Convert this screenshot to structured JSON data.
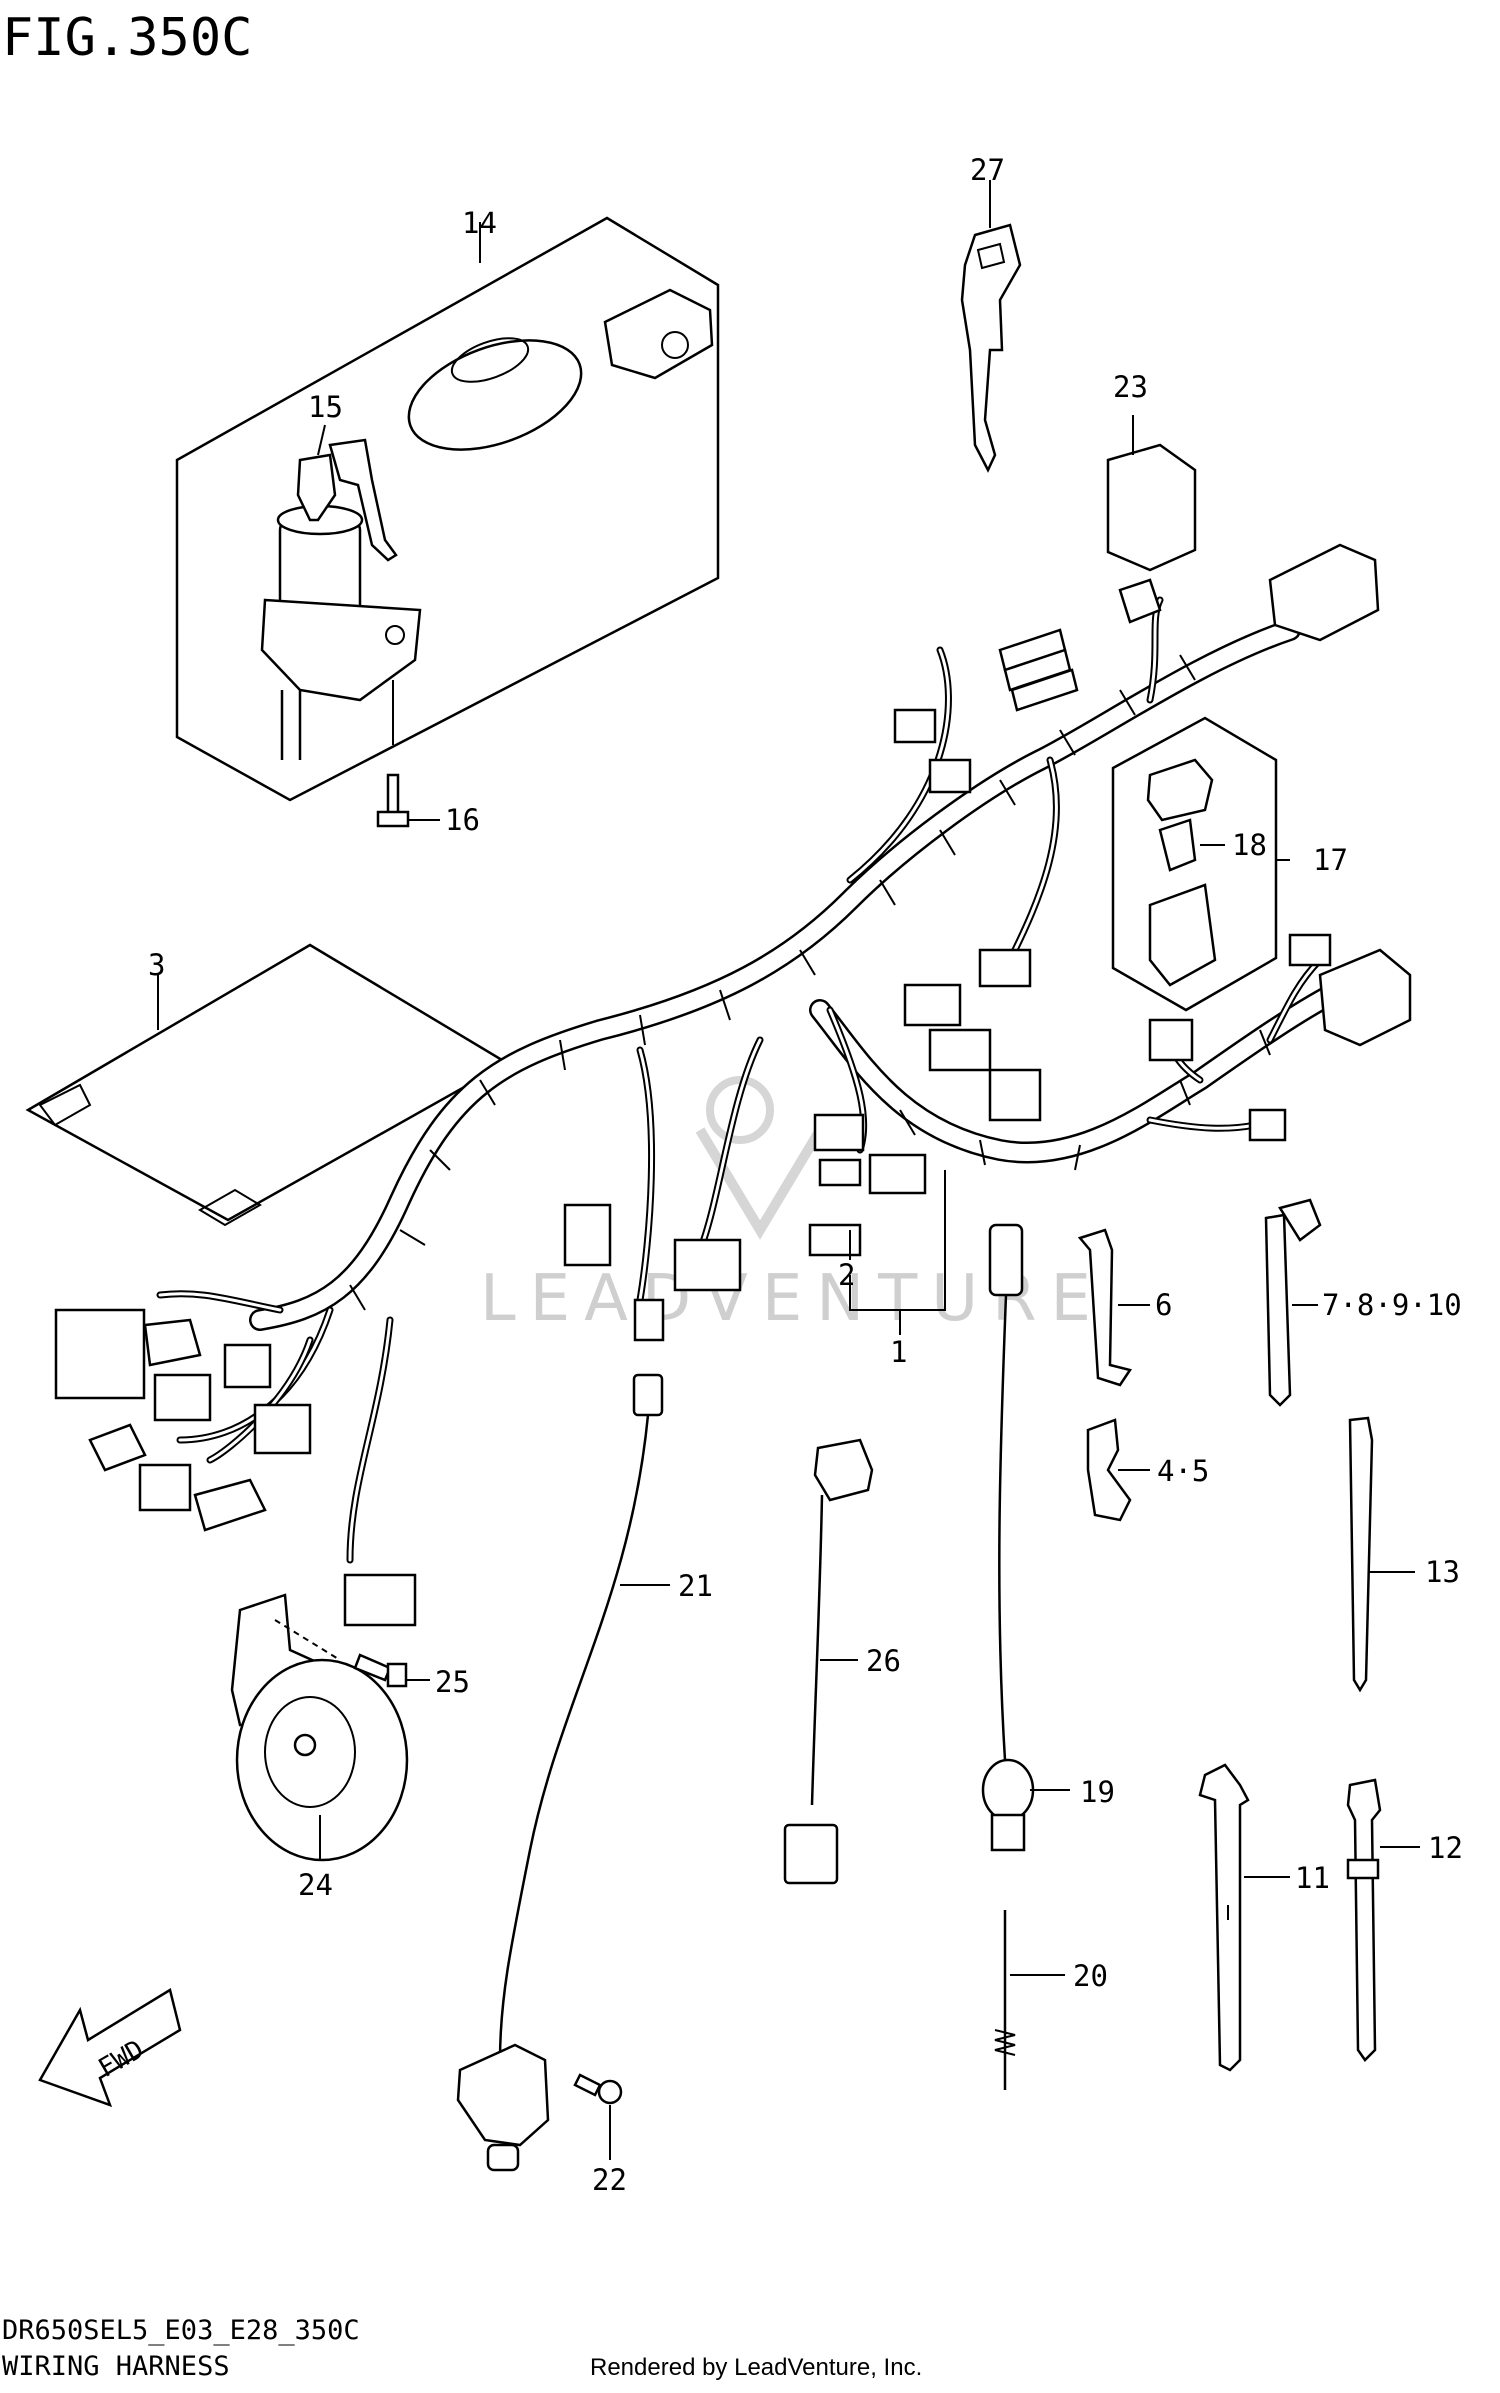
{
  "figure": {
    "title": "FIG.350C",
    "model_code": "DR650SEL5_E03_E28_350C",
    "caption": "WIRING HARNESS",
    "rendered_by": "Rendered by LeadVenture, Inc.",
    "watermark": "LEADVENTURE",
    "fwd_label": "FWD"
  },
  "callouts": {
    "c1": "1",
    "c2": "2",
    "c3": "3",
    "c4_5": "4·5",
    "c6": "6",
    "c7_10": "7·8·9·10",
    "c11": "11",
    "c12": "12",
    "c13": "13",
    "c14": "14",
    "c15": "15",
    "c16": "16",
    "c17": "17",
    "c18": "18",
    "c19": "19",
    "c20": "20",
    "c21": "21",
    "c22": "22",
    "c23": "23",
    "c24": "24",
    "c25": "25",
    "c26": "26",
    "c27": "27"
  },
  "colors": {
    "line": "#000000",
    "background": "#ffffff",
    "watermark": "#cfcfcf"
  }
}
